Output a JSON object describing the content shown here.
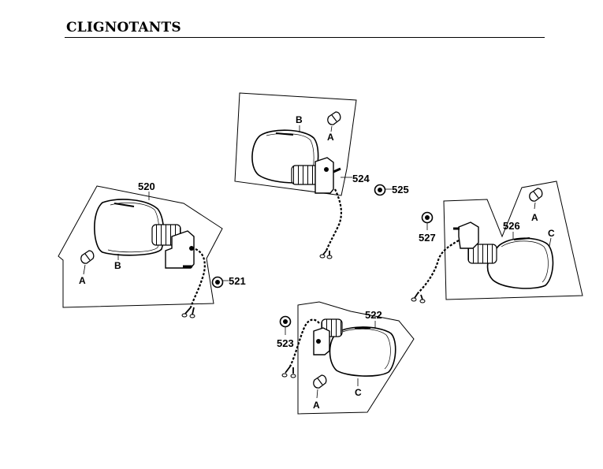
{
  "page": {
    "title": "CLIGNOTANTS"
  },
  "callouts": {
    "p520": "520",
    "p521": "521",
    "p522": "522",
    "p523": "523",
    "p524": "524",
    "p525": "525",
    "p526": "526",
    "p527": "527"
  },
  "letters": {
    "a": "A",
    "b": "B",
    "c": "C"
  }
}
